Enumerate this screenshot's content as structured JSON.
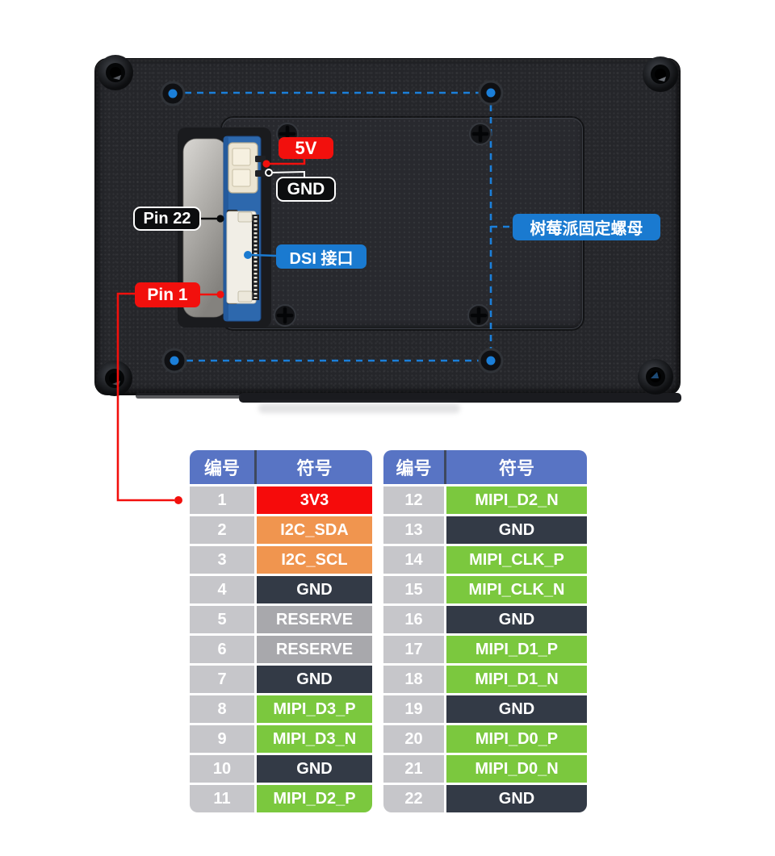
{
  "annotations": {
    "v5": "5V",
    "gnd": "GND",
    "pin22": "Pin 22",
    "pin1": "Pin 1",
    "dsi_port": "DSI 接口",
    "rpi_nut": "树莓派固定螺母"
  },
  "colors": {
    "accent_blue_dashed": "#1b7fd9",
    "label_red": "#f2100d",
    "label_blue": "#1a7ad0",
    "header_blue": "#5874c4",
    "num_gray": "#c6c6ca",
    "red": "#f60b0b",
    "orange": "#f0954f",
    "dark": "#333a46",
    "gray": "#a8a8ac",
    "green": "#7bc83e"
  },
  "tables": [
    {
      "headers": [
        "编号",
        "符号"
      ],
      "rows": [
        {
          "num": "1",
          "sym": "3V3",
          "color": "red"
        },
        {
          "num": "2",
          "sym": "I2C_SDA",
          "color": "orange"
        },
        {
          "num": "3",
          "sym": "I2C_SCL",
          "color": "orange"
        },
        {
          "num": "4",
          "sym": "GND",
          "color": "dark"
        },
        {
          "num": "5",
          "sym": "RESERVE",
          "color": "gray"
        },
        {
          "num": "6",
          "sym": "RESERVE",
          "color": "gray"
        },
        {
          "num": "7",
          "sym": "GND",
          "color": "dark"
        },
        {
          "num": "8",
          "sym": "MIPI_D3_P",
          "color": "green"
        },
        {
          "num": "9",
          "sym": "MIPI_D3_N",
          "color": "green"
        },
        {
          "num": "10",
          "sym": "GND",
          "color": "dark"
        },
        {
          "num": "11",
          "sym": "MIPI_D2_P",
          "color": "green"
        }
      ]
    },
    {
      "headers": [
        "编号",
        "符号"
      ],
      "rows": [
        {
          "num": "12",
          "sym": "MIPI_D2_N",
          "color": "green"
        },
        {
          "num": "13",
          "sym": "GND",
          "color": "dark"
        },
        {
          "num": "14",
          "sym": "MIPI_CLK_P",
          "color": "green"
        },
        {
          "num": "15",
          "sym": "MIPI_CLK_N",
          "color": "green"
        },
        {
          "num": "16",
          "sym": "GND",
          "color": "dark"
        },
        {
          "num": "17",
          "sym": "MIPI_D1_P",
          "color": "green"
        },
        {
          "num": "18",
          "sym": "MIPI_D1_N",
          "color": "green"
        },
        {
          "num": "19",
          "sym": "GND",
          "color": "dark"
        },
        {
          "num": "20",
          "sym": "MIPI_D0_P",
          "color": "green"
        },
        {
          "num": "21",
          "sym": "MIPI_D0_N",
          "color": "green"
        },
        {
          "num": "22",
          "sym": "GND",
          "color": "dark"
        }
      ]
    }
  ]
}
